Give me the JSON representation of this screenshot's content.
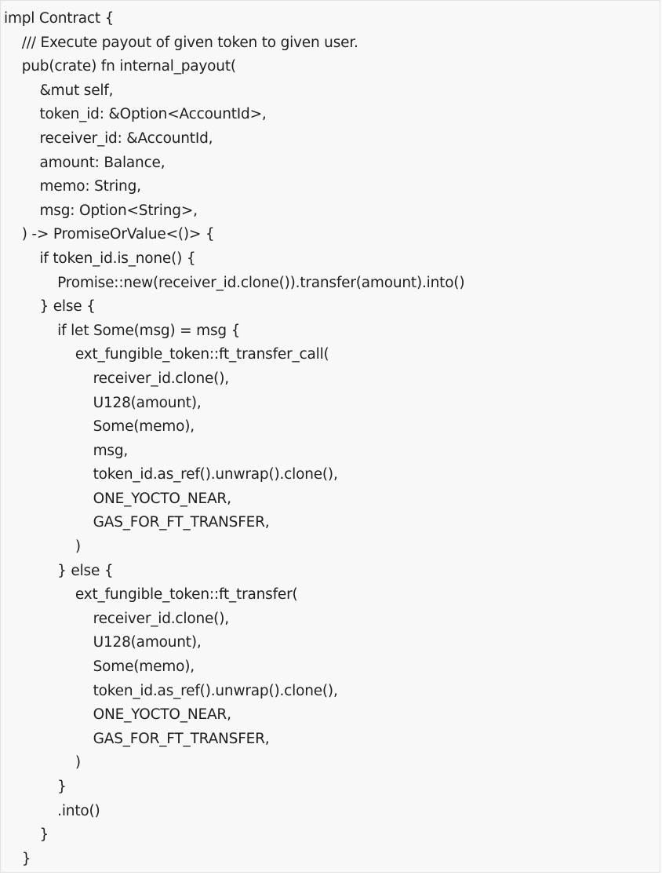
{
  "code": {
    "lines": [
      "impl Contract {",
      "    /// Execute payout of given token to given user.",
      "    pub(crate) fn internal_payout(",
      "        &mut self,",
      "        token_id: &Option<AccountId>,",
      "        receiver_id: &AccountId,",
      "        amount: Balance,",
      "        memo: String,",
      "        msg: Option<String>,",
      "    ) -> PromiseOrValue<()> {",
      "        if token_id.is_none() {",
      "            Promise::new(receiver_id.clone()).transfer(amount).into()",
      "        } else {",
      "            if let Some(msg) = msg {",
      "                ext_fungible_token::ft_transfer_call(",
      "                    receiver_id.clone(),",
      "                    U128(amount),",
      "                    Some(memo),",
      "                    msg,",
      "                    token_id.as_ref().unwrap().clone(),",
      "                    ONE_YOCTO_NEAR,",
      "                    GAS_FOR_FT_TRANSFER,",
      "                )",
      "            } else {",
      "                ext_fungible_token::ft_transfer(",
      "                    receiver_id.clone(),",
      "                    U128(amount),",
      "                    Some(memo),",
      "                    token_id.as_ref().unwrap().clone(),",
      "                    ONE_YOCTO_NEAR,",
      "                    GAS_FOR_FT_TRANSFER,",
      "                )",
      "            }",
      "            .into()",
      "        }",
      "    }"
    ]
  }
}
